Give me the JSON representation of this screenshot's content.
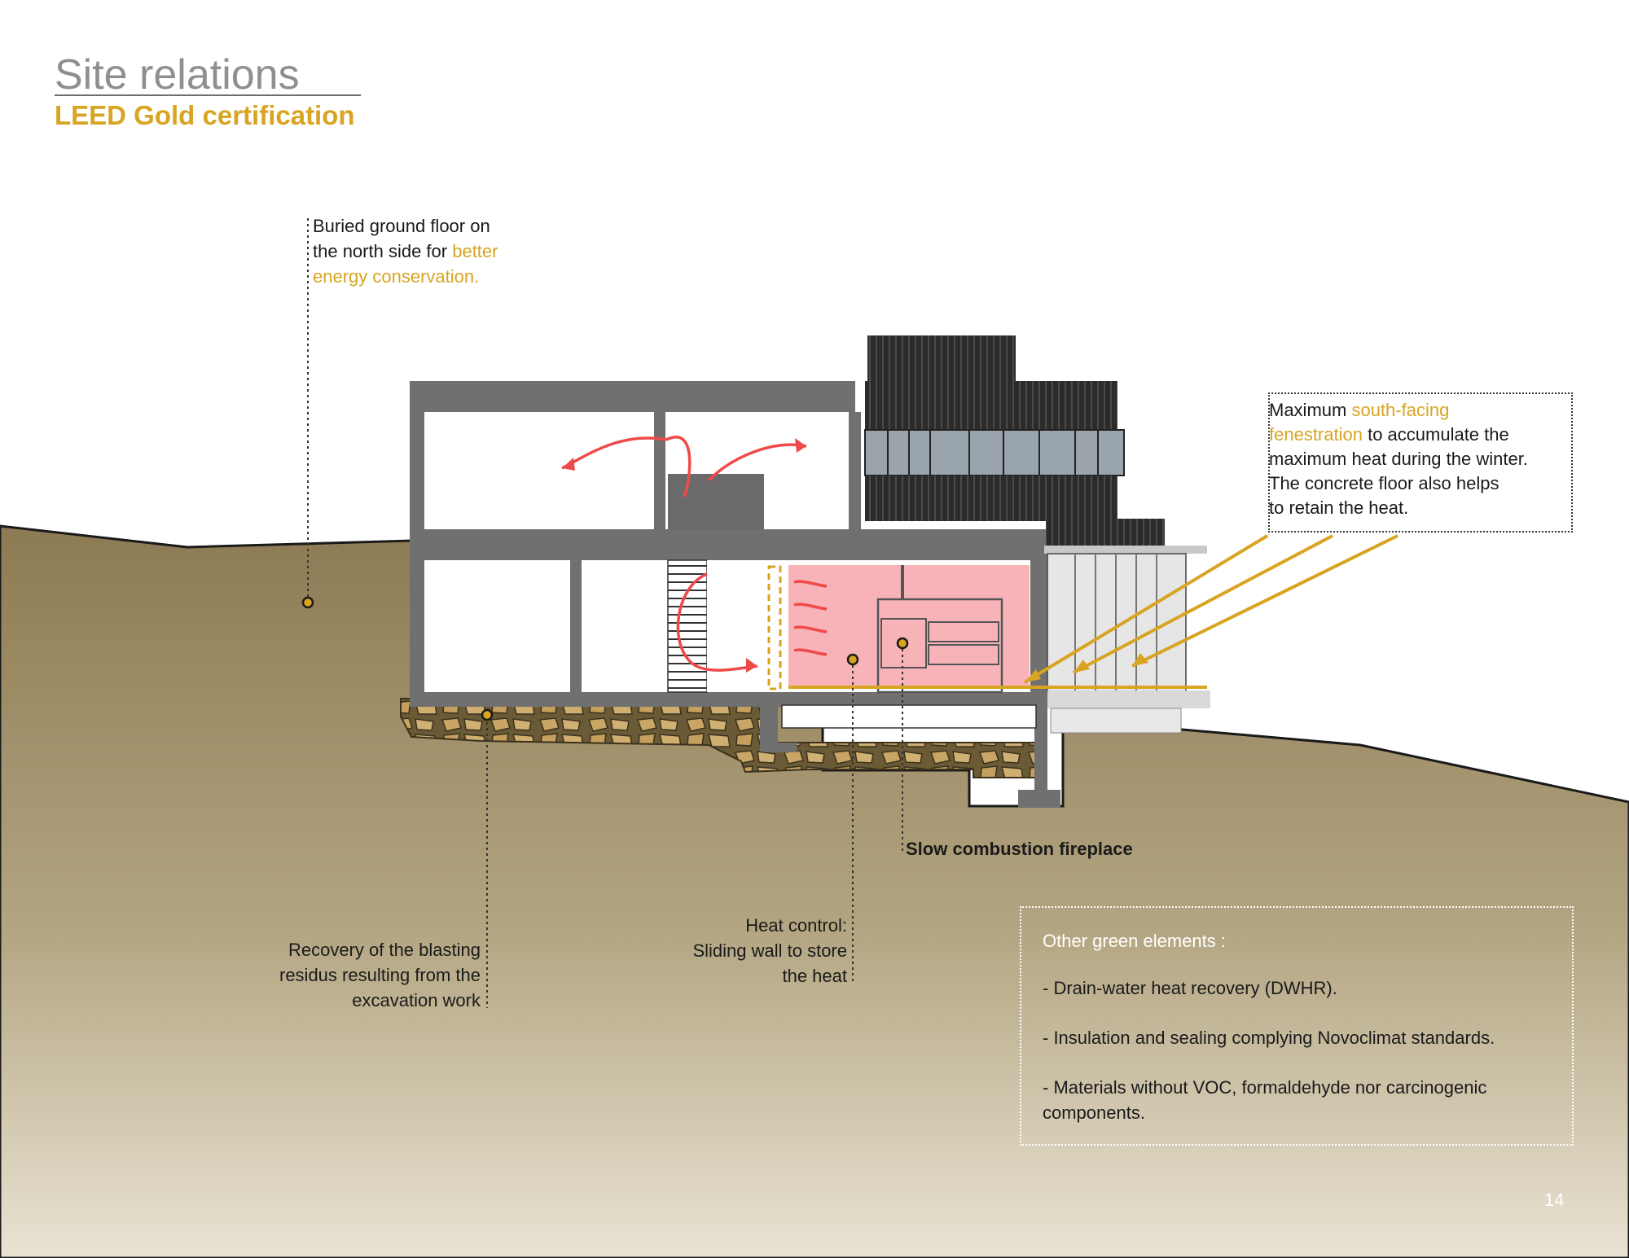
{
  "header": {
    "title": "Site relations",
    "subtitle": "LEED Gold certification"
  },
  "annotations": {
    "buried": {
      "line1": "Buried ground floor on",
      "line2_plain": "the north side for ",
      "line2_accent": "better",
      "line3_accent": "energy conservation."
    },
    "south": {
      "line1_plain": "Maximum ",
      "line1_accent": "south-facing",
      "line2_accent": "fenestration",
      "line2_plain": " to accumulate the",
      "line3": "maximum heat during the winter.",
      "line4": "The concrete floor also helps",
      "line5": "to retain the heat."
    },
    "fireplace": "Slow combustion fireplace",
    "heat_control": {
      "line1": "Heat control:",
      "line2": "Sliding wall to store",
      "line3": "the heat"
    },
    "blasting": {
      "line1": "Recovery of the blasting",
      "line2": "residus resulting from the",
      "line3": "excavation work"
    }
  },
  "green_elements": {
    "title": "Other green elements :",
    "items": [
      "- Drain-water heat recovery (DWHR).",
      "- Insulation and sealing complying Novoclimat standards.",
      "- Materials without VOC, formaldehyde nor carcinogenic components."
    ]
  },
  "page_number": "14",
  "colors": {
    "accent": "#d8a421",
    "ground_top": "#8c7a53",
    "ground_bottom": "#e6dfce",
    "concrete": "#6f6f6f",
    "heat_zone": "#f7a6ad",
    "arrow": "#ef4a4a"
  }
}
